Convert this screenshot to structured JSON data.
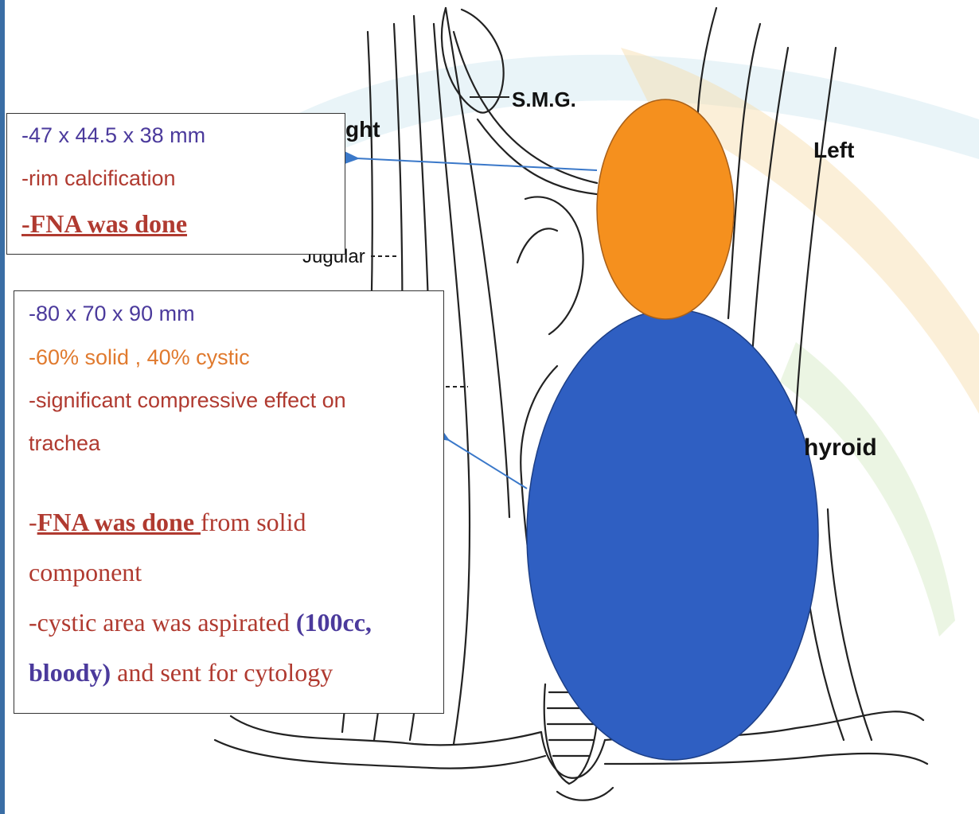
{
  "colors": {
    "purple_text": "#4b3a9c",
    "red_text": "#b03a30",
    "orange_text": "#e07a2e",
    "orange_oval": "#f5901e",
    "blue_oval": "#2f5fc2",
    "arrow": "#3a78c9"
  },
  "anatomy_labels": {
    "smg": "S.M.G.",
    "right": "ght",
    "left": "Left",
    "jugular": "Jugular",
    "thyroid": "hyroid"
  },
  "box_upper": {
    "size": "-47 x 44.5 x 38 mm",
    "calcification": "-rim calcification",
    "fna": "-FNA was done"
  },
  "box_lower": {
    "size": "-80 x 70 x 90 mm",
    "composition_solid": "-60% solid",
    "composition_sep": " ,",
    "composition_cystic": " 40% cystic",
    "effect_line1": "-significant compressive effect on",
    "effect_line2": "trachea",
    "fna_dash": "-",
    "fna_done": "FNA was done ",
    "fna_from": "from solid",
    "fna_component": "component",
    "cystic_line1_a": "-cystic area was aspirated ",
    "cystic_line1_b": "(100cc,",
    "cystic_line2_a": "bloody)",
    "cystic_line2_b": " and sent for cytology"
  }
}
